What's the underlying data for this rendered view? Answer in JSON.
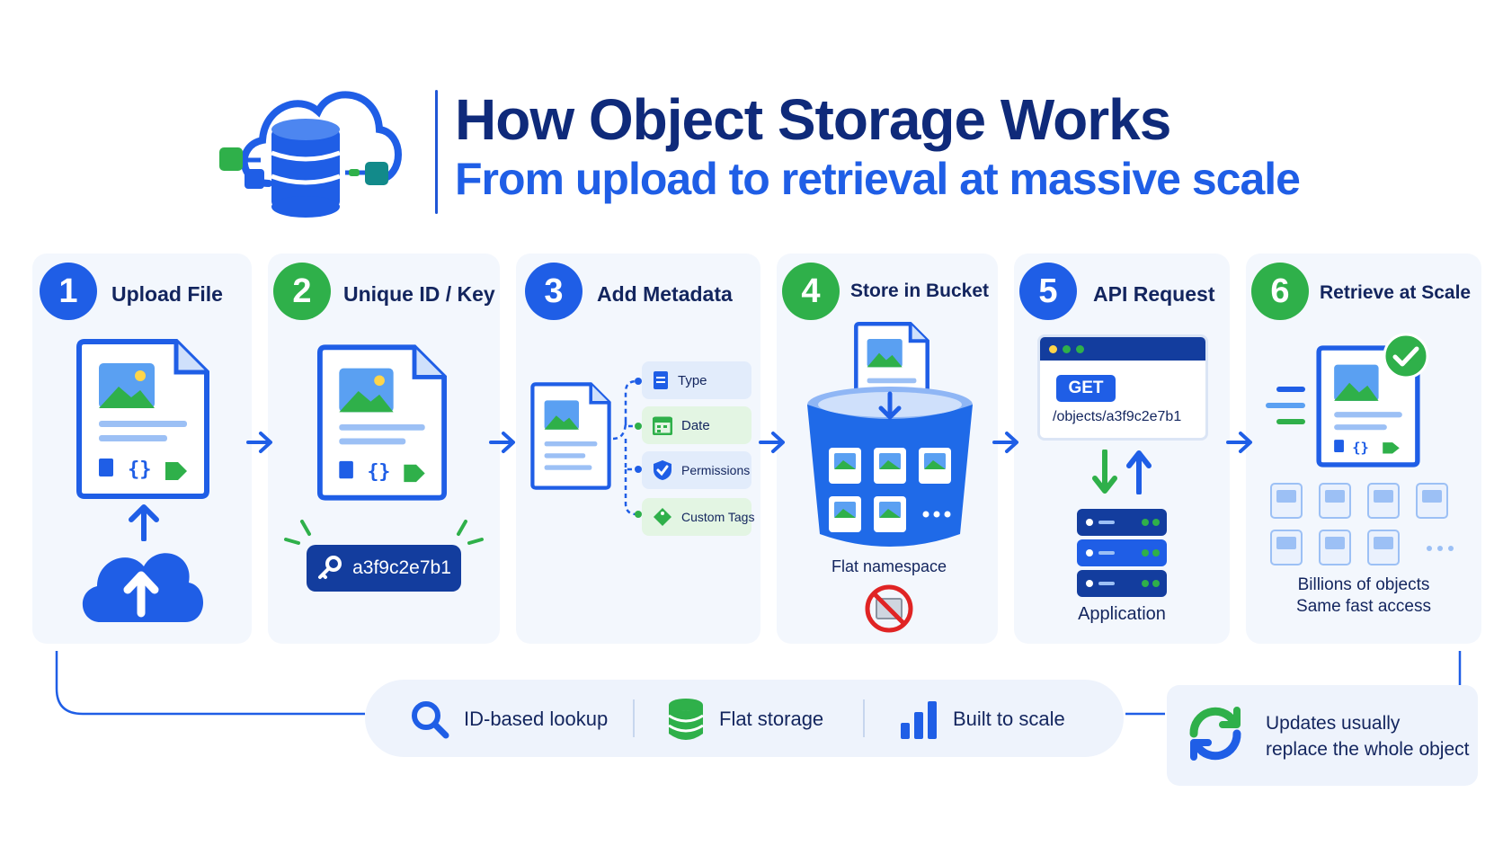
{
  "header": {
    "title": "How Object Storage Works",
    "subtitle": "From upload to retrieval at massive scale"
  },
  "steps": [
    {
      "number": "1",
      "label": "Upload File"
    },
    {
      "number": "2",
      "label": "Unique ID / Key"
    },
    {
      "number": "3",
      "label": "Add Metadata"
    },
    {
      "number": "4",
      "label": "Store in Bucket"
    },
    {
      "number": "5",
      "label": "API Request"
    },
    {
      "number": "6",
      "label": "Retrieve at Scale"
    }
  ],
  "key": {
    "value": "a3f9c2e7b1"
  },
  "metadata": {
    "items": [
      "Type",
      "Date",
      "Permissions",
      "Custom Tags"
    ]
  },
  "bucket": {
    "caption": "Flat namespace"
  },
  "api": {
    "method": "GET",
    "path": "/objects/a3f9c2e7b1",
    "caption": "Application"
  },
  "retrieve": {
    "line1": "Billions of objects",
    "line2": "Same fast access"
  },
  "features": {
    "lookup": "ID-based lookup",
    "flat": "Flat storage",
    "scale": "Built to scale"
  },
  "note": {
    "line1": "Updates usually",
    "line2": "replace the whole object"
  },
  "colors": {
    "primary_blue": "#1f5ee6",
    "navy": "#0f2a7a",
    "green": "#2fb04a",
    "card_bg": "#f3f7fd"
  },
  "icons": [
    "cloud-database-icon",
    "document-image-icon",
    "upload-cloud-icon",
    "key-icon",
    "bucket-icon",
    "server-icon",
    "search-icon",
    "database-icon",
    "bar-chart-icon",
    "refresh-icon",
    "check-icon",
    "no-folder-icon"
  ]
}
